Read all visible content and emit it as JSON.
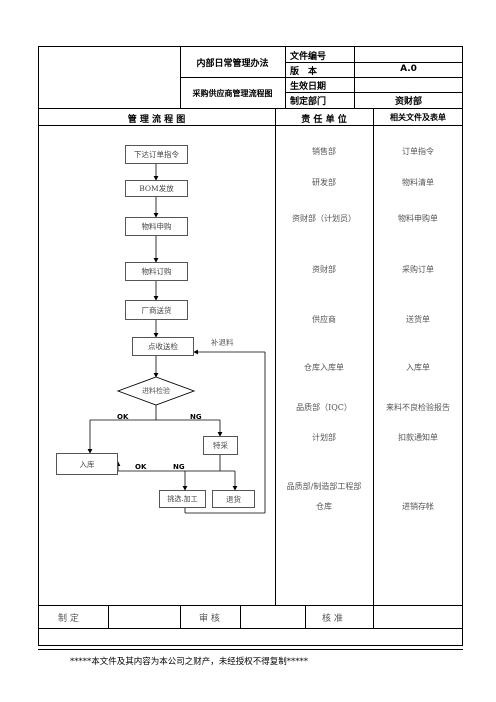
{
  "header": {
    "policy_name": "内部日常管理办法",
    "doc_title": "采购供应商管理流程图",
    "rows": [
      {
        "label": "文件编号",
        "value": ""
      },
      {
        "label": "版　本",
        "value": "A.0"
      },
      {
        "label": "生效日期",
        "value": ""
      },
      {
        "label": "制定部门",
        "value": "资财部"
      }
    ]
  },
  "columns": {
    "flow": "管 理 流 程 图",
    "unit": "责 任 单 位",
    "docs": "相关文件及表单"
  },
  "flow": {
    "steps": [
      "下达订单指令",
      "BOM发放",
      "物料申购",
      "物料订购",
      "厂商送货",
      "点收送检"
    ],
    "decision": "进料检验",
    "supplement": "补退料",
    "ok": "OK",
    "ng": "NG",
    "special": "特采",
    "stock_in": "入库",
    "ok2": "OK",
    "ng2": "NG",
    "pick": "挑选.加工",
    "return": "退货"
  },
  "units": [
    "销售部",
    "研发部",
    "资财部（计划员）",
    "资财部",
    "供应商",
    "仓库入库单",
    "品质部（IQC）",
    "计划部",
    "品质部/制造部工程部",
    "仓库"
  ],
  "docs": [
    "订单指令",
    "物料清单",
    "物料申购单",
    "采购订单",
    "送货单",
    "入库单",
    "来料不良检验报告",
    "扣款通知单",
    "进销存帐"
  ],
  "footer": {
    "made": "制 定",
    "review": "审 核",
    "approve": "核 准"
  },
  "notice": "*****本文件及其内容为本公司之财产，未经授权不得复制*****"
}
